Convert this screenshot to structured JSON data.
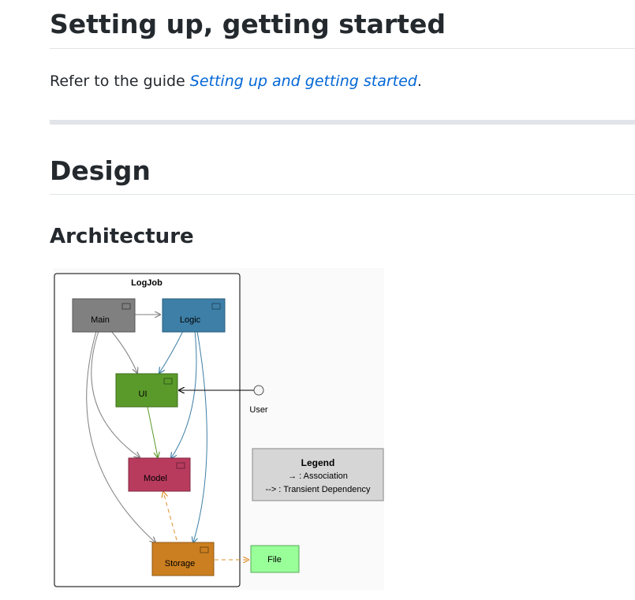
{
  "section_setup": {
    "title": "Setting up, getting started",
    "text_before": "Refer to the guide ",
    "link_text": "Setting up and getting started",
    "text_after": "."
  },
  "section_design": {
    "title": "Design"
  },
  "section_architecture": {
    "title": "Architecture"
  },
  "diagram": {
    "frame_title": "LogJob",
    "components": {
      "main": "Main",
      "logic": "Logic",
      "ui": "UI",
      "model": "Model",
      "storage": "Storage",
      "file": "File"
    },
    "actor_label": "User",
    "legend": {
      "title": "Legend",
      "association": "→ : Association",
      "transient": "--> : Transient Dependency"
    },
    "colors": {
      "main": "#808080",
      "logic": "#3d7fa6",
      "ui": "#5a9a2a",
      "model": "#b83b5e",
      "storage": "#cc7f20",
      "file": "#99ff99",
      "legend_bg": "#d6d6d6"
    }
  }
}
